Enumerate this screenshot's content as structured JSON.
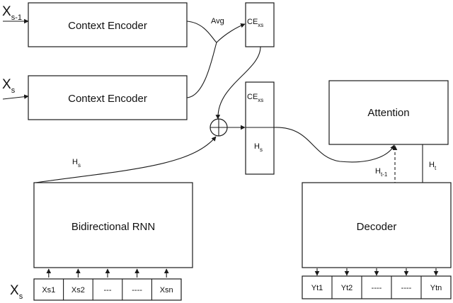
{
  "inputs": {
    "x_prev": {
      "main": "X",
      "sub": "s-1"
    },
    "x_curr": {
      "main": "X",
      "sub": "s"
    },
    "x_tokens_row": {
      "main": "X",
      "sub": "s"
    }
  },
  "encoders": {
    "top": "Context Encoder",
    "bottom": "Context Encoder"
  },
  "avg_label": "Avg",
  "ce_top": {
    "main": "CE",
    "sub": "xs"
  },
  "concat": {
    "ce": {
      "main": "CE",
      "sub": "xs"
    },
    "h": {
      "main": "H",
      "sub": "s"
    }
  },
  "hs_label": {
    "main": "H",
    "sub": "s"
  },
  "rnn_label": "Bidirectional RNN",
  "attention_label": "Attention",
  "decoder_label": "Decoder",
  "ht_label": {
    "main": "H",
    "sub": "t"
  },
  "ht1_label": {
    "main": "H",
    "sub": "t-1"
  },
  "input_tokens": [
    "Xs1",
    "Xs2",
    "---",
    "----",
    "Xsn"
  ],
  "output_tokens": [
    "Yt1",
    "Yt2",
    "----",
    "----",
    "Ytn"
  ]
}
